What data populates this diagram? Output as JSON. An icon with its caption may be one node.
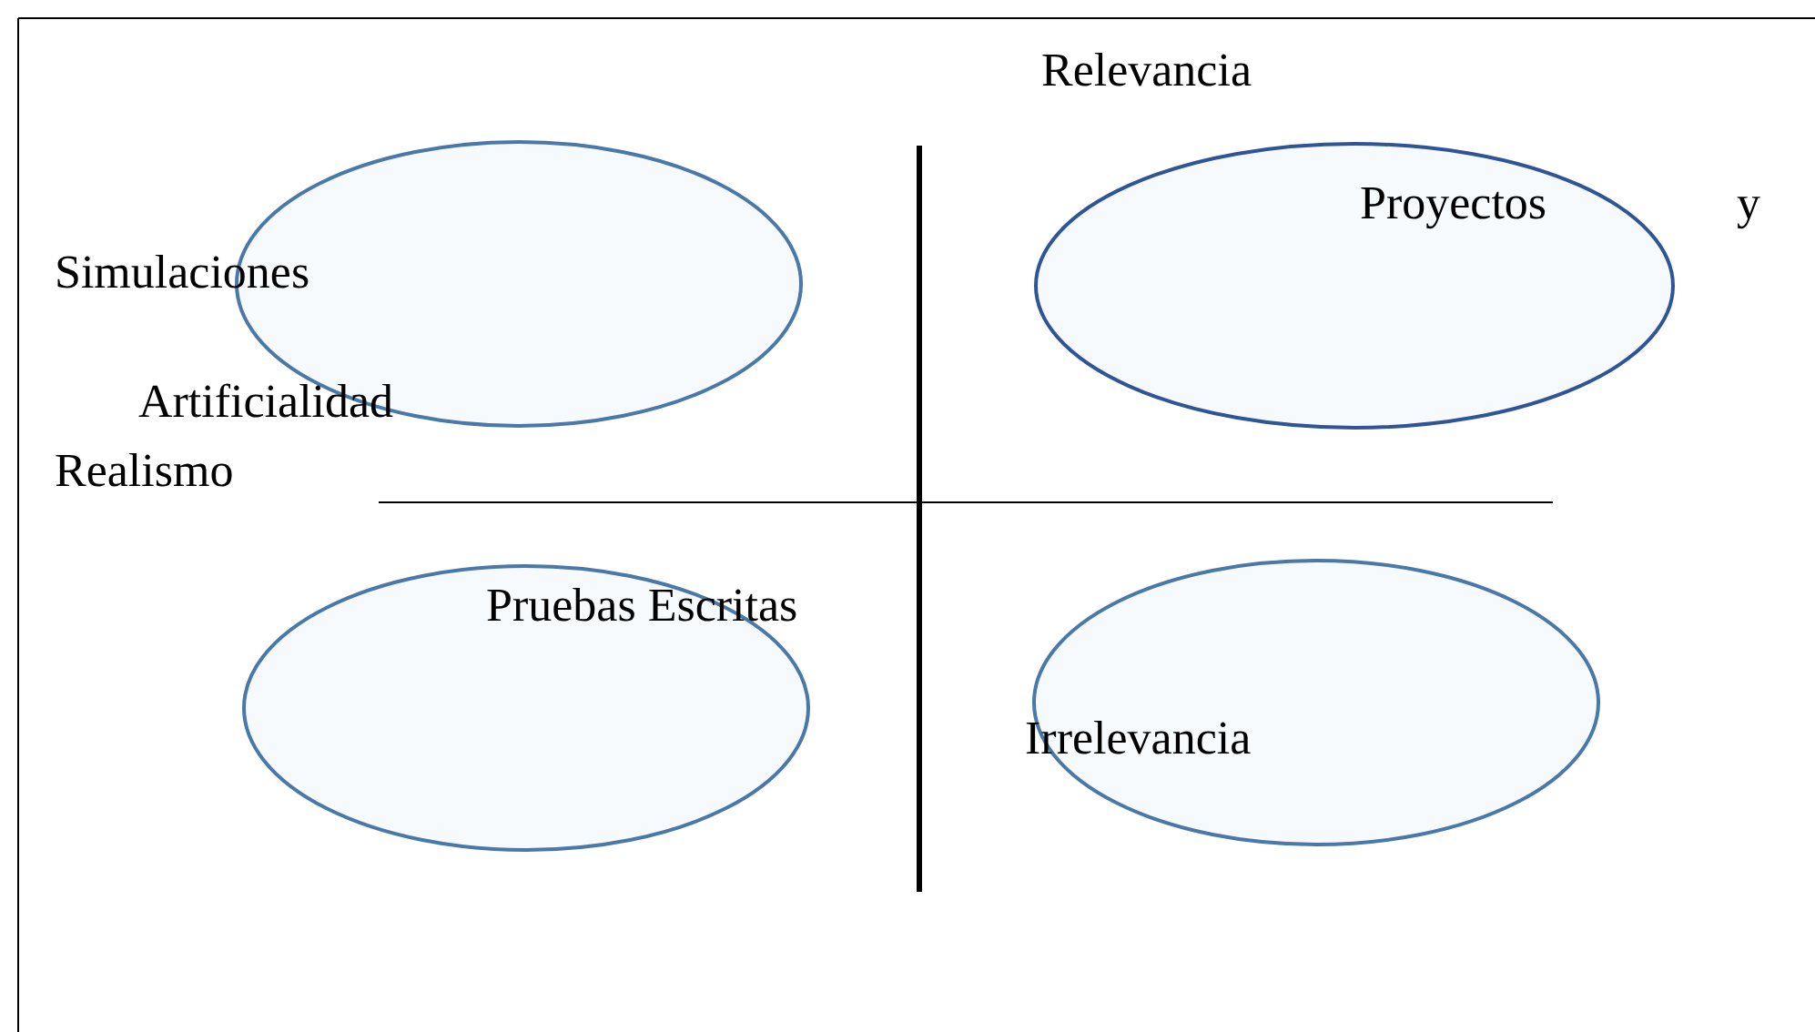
{
  "diagram": {
    "nodes": [
      {
        "text": [],
        "shape": "ellipse"
      },
      {
        "text": [],
        "shape": "ellipse"
      },
      {
        "text": [],
        "shape": "ellipse"
      },
      {
        "text": [],
        "shape": "ellipse"
      }
    ],
    "labels": [
      "Relevancia",
      "Proyectos y",
      "Simulaciones",
      "Artificialidad",
      "Realismo",
      "Pruebas Escritas",
      "Irrelevancia"
    ]
  }
}
